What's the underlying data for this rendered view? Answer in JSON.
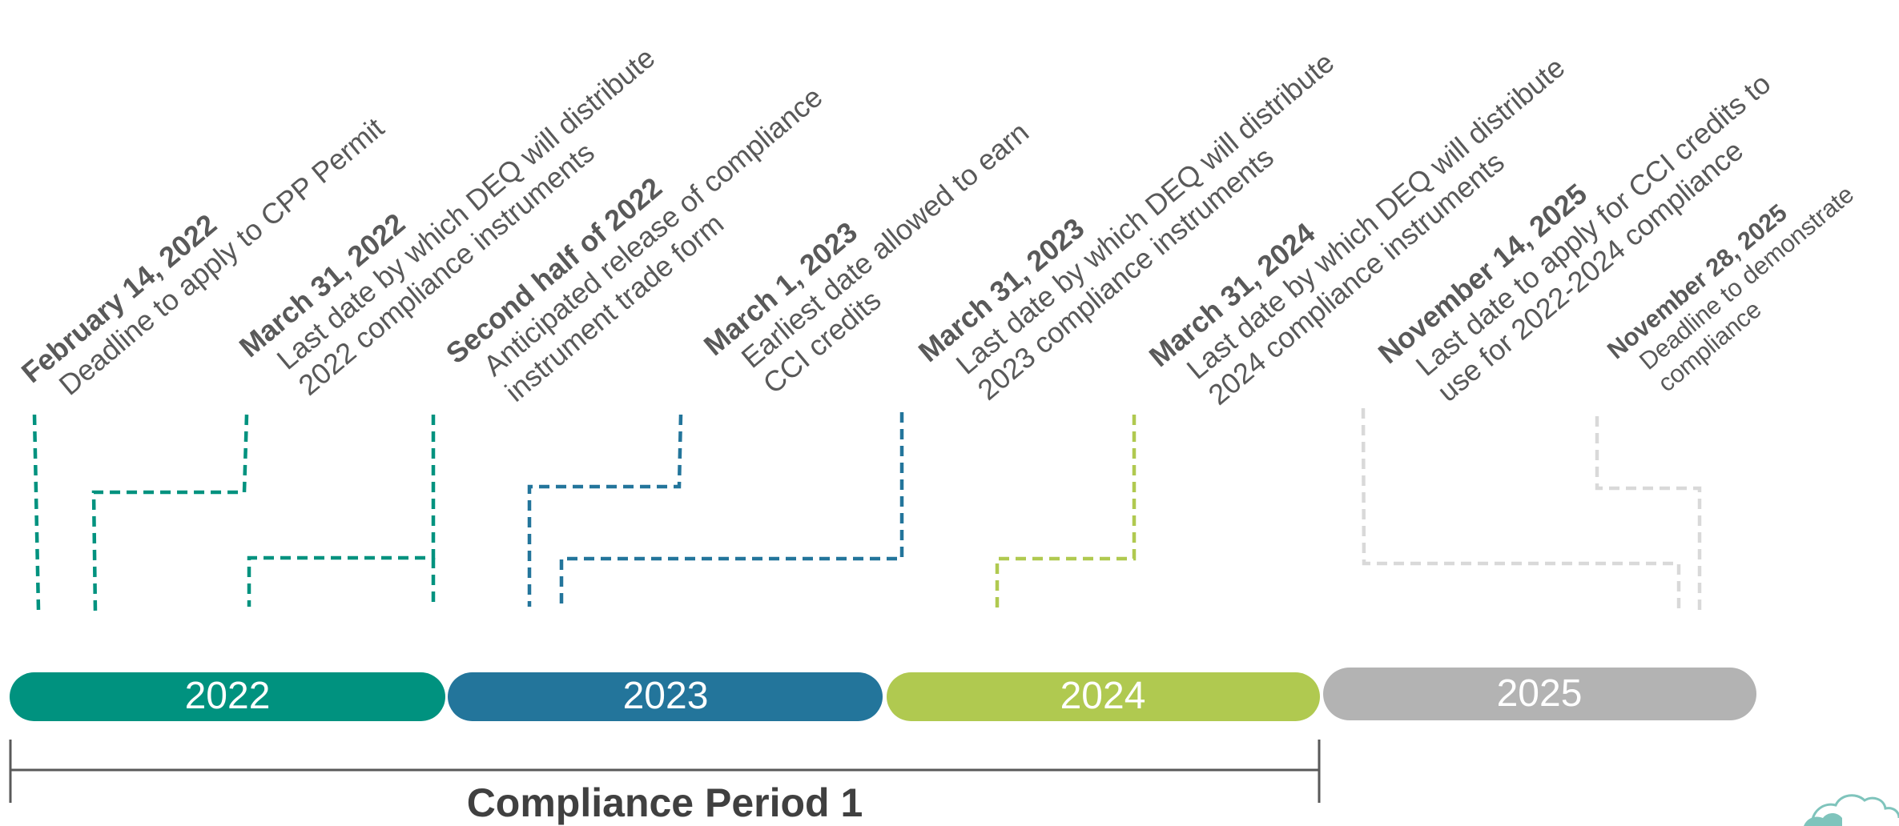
{
  "events": [
    {
      "date": "February 14, 2022",
      "lines": [
        "Deadline to apply to CPP Permit"
      ],
      "color": "#00927F"
    },
    {
      "date": "March 31, 2022",
      "lines": [
        "Last date by which DEQ will distribute",
        "2022 compliance instruments"
      ],
      "color": "#00927F"
    },
    {
      "date": "Second half of 2022",
      "lines": [
        "Anticipated release of compliance",
        "instrument trade form"
      ],
      "color": "#00927F"
    },
    {
      "date": "March 1, 2023",
      "lines": [
        "Earliest date allowed to earn",
        "CCI credits"
      ],
      "color": "#23759B"
    },
    {
      "date": "March 31, 2023",
      "lines": [
        "Last date by which DEQ will distribute",
        "2023 compliance instruments"
      ],
      "color": "#23759B"
    },
    {
      "date": "March 31, 2024",
      "lines": [
        "Last date by which DEQ will distribute",
        "2024 compliance instruments"
      ],
      "color": "#B0C950"
    },
    {
      "date": "November 14, 2025",
      "lines": [
        "Last date to apply for CCI credits to",
        "use for 2022-2024 compliance"
      ],
      "color": "#D9D9D9"
    },
    {
      "date": "November 28, 2025",
      "lines": [
        "Deadline to demonstrate",
        "compliance"
      ],
      "color": "#D9D9D9"
    }
  ],
  "years": [
    {
      "label": "2022",
      "color": "#00927F"
    },
    {
      "label": "2023",
      "color": "#23759B"
    },
    {
      "label": "2024",
      "color": "#B0C950"
    },
    {
      "label": "2025",
      "color": "#B3B3B3"
    }
  ],
  "compliance_period": {
    "label": "Compliance Period 1",
    "bracket_color": "#595959"
  },
  "logo": {
    "name": "deq-logo-icon",
    "color": "#7FC4BC"
  }
}
